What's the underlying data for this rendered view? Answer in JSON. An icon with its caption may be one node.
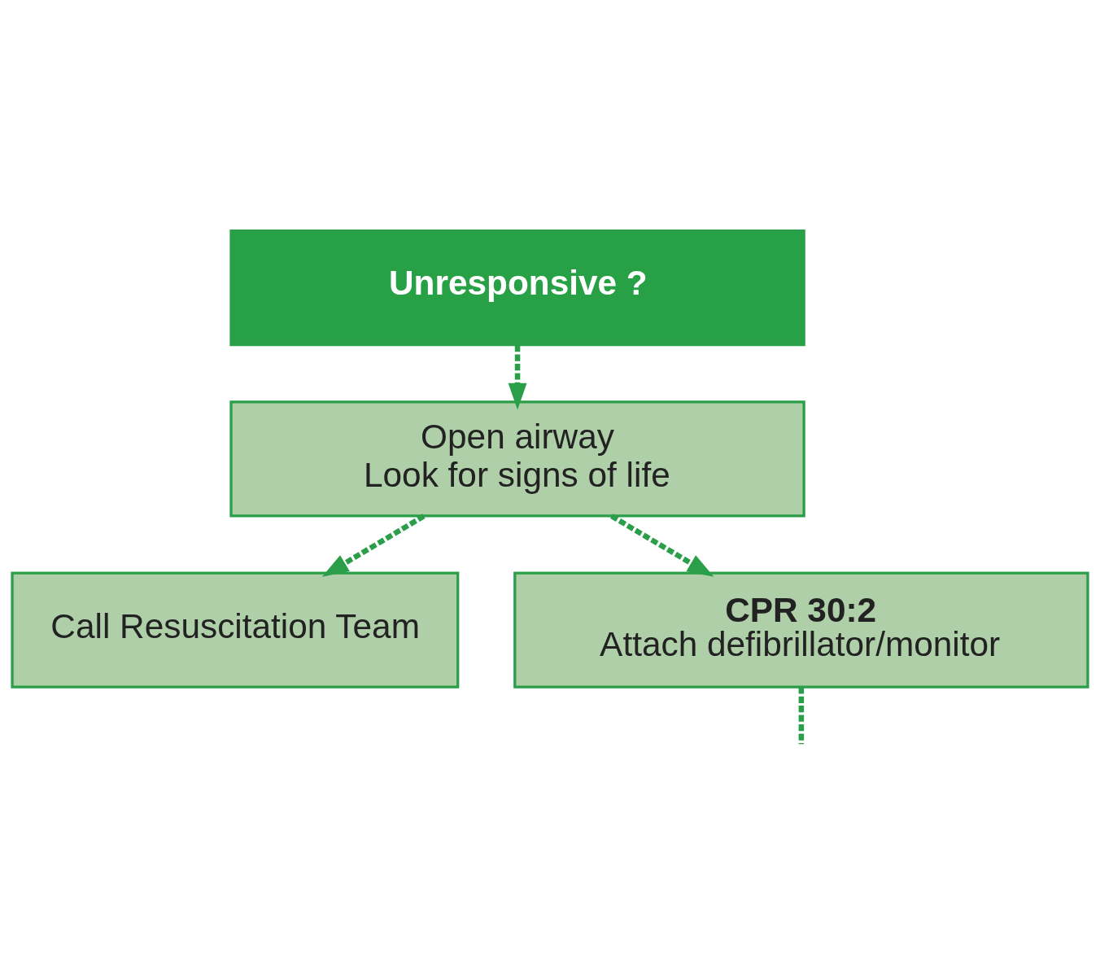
{
  "diagram": {
    "nodes": [
      {
        "text": [
          "Unresponsive ?"
        ]
      },
      {
        "text": [
          "Open airway",
          "Look for signs of life"
        ]
      },
      {
        "text": [
          "Call Resuscitation Team"
        ]
      },
      {
        "text": [
          "CPR 30:2",
          "Attach defibrillator/monitor"
        ]
      }
    ],
    "edges": [
      {
        "from": 0,
        "to": 1,
        "arrow": "to",
        "style": "dashed"
      },
      {
        "from": 1,
        "to": 2,
        "arrow": "to",
        "style": "dashed"
      },
      {
        "from": 1,
        "to": 3,
        "arrow": "to",
        "style": "dashed"
      },
      {
        "from": 3,
        "to": null,
        "arrow": "none",
        "style": "dashed"
      }
    ]
  }
}
